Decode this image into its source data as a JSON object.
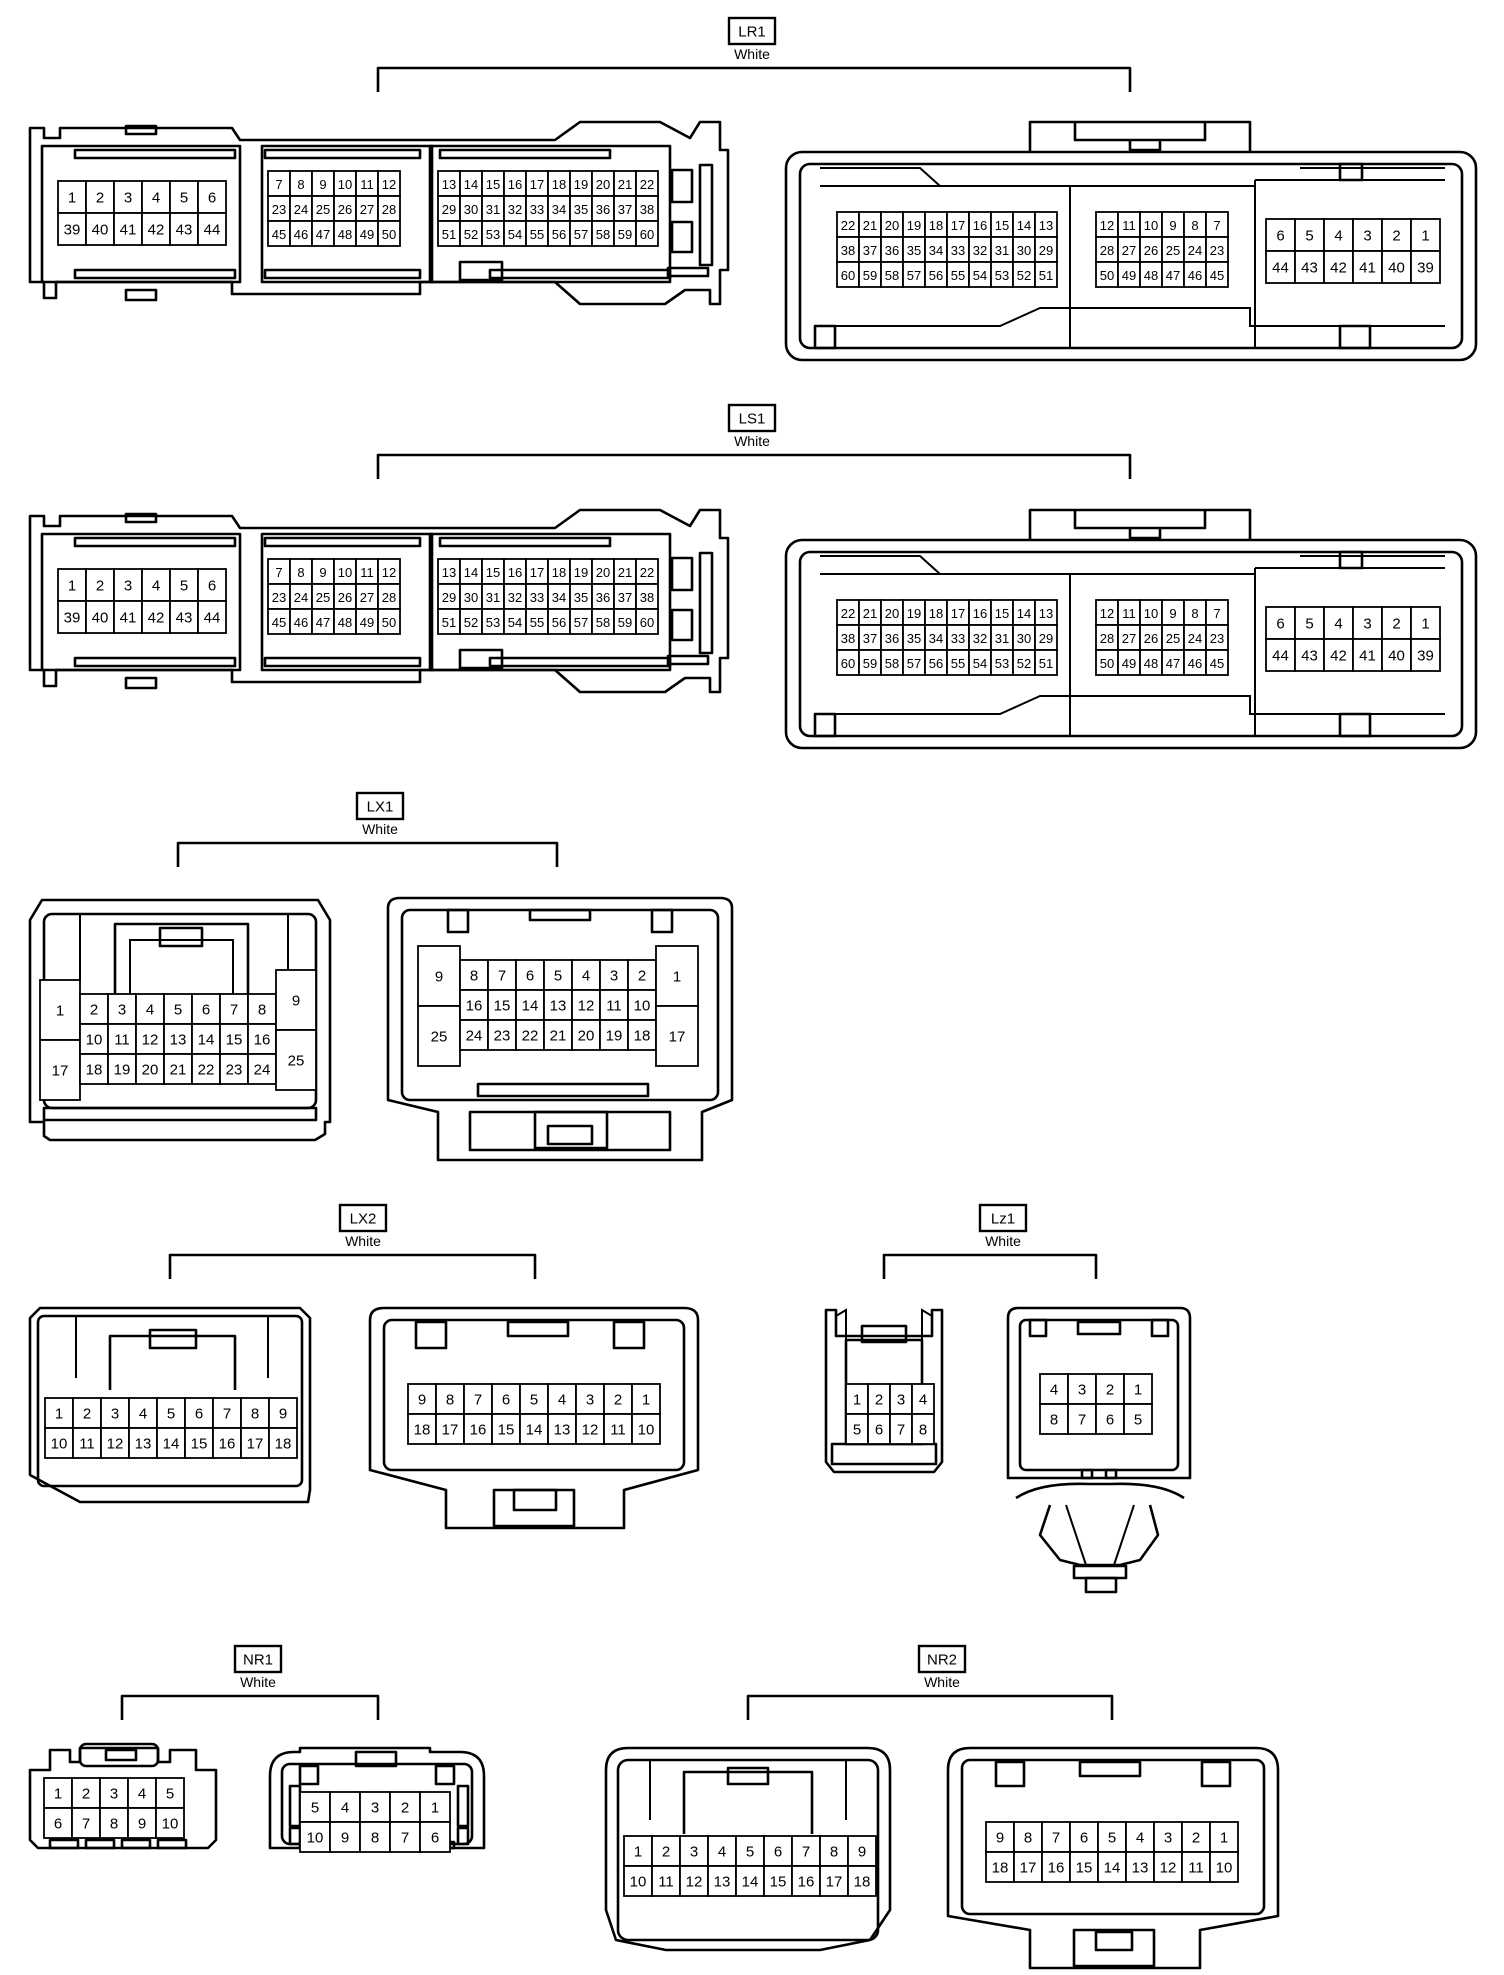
{
  "connectors": [
    {
      "id": "LR1",
      "color": "White"
    },
    {
      "id": "LS1",
      "color": "White"
    },
    {
      "id": "LX1",
      "color": "White"
    },
    {
      "id": "LX2",
      "color": "White"
    },
    {
      "id": "Lz1",
      "color": "White"
    },
    {
      "id": "NR1",
      "color": "White"
    },
    {
      "id": "NR2",
      "color": "White"
    }
  ],
  "pins": {
    "large_male": {
      "g1": [
        [
          "1",
          "2",
          "3",
          "4",
          "5",
          "6"
        ],
        [
          "39",
          "40",
          "41",
          "42",
          "43",
          "44"
        ]
      ],
      "g2": [
        [
          "7",
          "8",
          "9",
          "10",
          "11",
          "12"
        ],
        [
          "23",
          "24",
          "25",
          "26",
          "27",
          "28"
        ],
        [
          "45",
          "46",
          "47",
          "48",
          "49",
          "50"
        ]
      ],
      "g3": [
        [
          "13",
          "14",
          "15",
          "16",
          "17",
          "18",
          "19",
          "20",
          "21",
          "22"
        ],
        [
          "29",
          "30",
          "31",
          "32",
          "33",
          "34",
          "35",
          "36",
          "37",
          "38"
        ],
        [
          "51",
          "52",
          "53",
          "54",
          "55",
          "56",
          "57",
          "58",
          "59",
          "60"
        ]
      ]
    },
    "large_female": {
      "g1": [
        [
          "22",
          "21",
          "20",
          "19",
          "18",
          "17",
          "16",
          "15",
          "14",
          "13"
        ],
        [
          "38",
          "37",
          "36",
          "35",
          "34",
          "33",
          "32",
          "31",
          "30",
          "29"
        ],
        [
          "60",
          "59",
          "58",
          "57",
          "56",
          "55",
          "54",
          "53",
          "52",
          "51"
        ]
      ],
      "g2": [
        [
          "12",
          "11",
          "10",
          "9",
          "8",
          "7"
        ],
        [
          "28",
          "27",
          "26",
          "25",
          "24",
          "23"
        ],
        [
          "50",
          "49",
          "48",
          "47",
          "46",
          "45"
        ]
      ],
      "g3": [
        [
          "6",
          "5",
          "4",
          "3",
          "2",
          "1"
        ],
        [
          "44",
          "43",
          "42",
          "41",
          "40",
          "39"
        ]
      ]
    },
    "lx1_male": {
      "left": [
        "1",
        "17"
      ],
      "grid": [
        [
          "2",
          "3",
          "4",
          "5",
          "6",
          "7",
          "8"
        ],
        [
          "10",
          "11",
          "12",
          "13",
          "14",
          "15",
          "16"
        ],
        [
          "18",
          "19",
          "20",
          "21",
          "22",
          "23",
          "24"
        ]
      ],
      "right": [
        "9",
        "25"
      ]
    },
    "lx1_female": {
      "left": [
        "9",
        "25"
      ],
      "grid": [
        [
          "8",
          "7",
          "6",
          "5",
          "4",
          "3",
          "2"
        ],
        [
          "16",
          "15",
          "14",
          "13",
          "12",
          "11",
          "10"
        ],
        [
          "24",
          "23",
          "22",
          "21",
          "20",
          "19",
          "18"
        ]
      ],
      "right": [
        "1",
        "17"
      ]
    },
    "lx2_male": [
      [
        "1",
        "2",
        "3",
        "4",
        "5",
        "6",
        "7",
        "8",
        "9"
      ],
      [
        "10",
        "11",
        "12",
        "13",
        "14",
        "15",
        "16",
        "17",
        "18"
      ]
    ],
    "lx2_female": [
      [
        "9",
        "8",
        "7",
        "6",
        "5",
        "4",
        "3",
        "2",
        "1"
      ],
      [
        "18",
        "17",
        "16",
        "15",
        "14",
        "13",
        "12",
        "11",
        "10"
      ]
    ],
    "lz1_male": [
      [
        "1",
        "2",
        "3",
        "4"
      ],
      [
        "5",
        "6",
        "7",
        "8"
      ]
    ],
    "lz1_female": [
      [
        "4",
        "3",
        "2",
        "1"
      ],
      [
        "8",
        "7",
        "6",
        "5"
      ]
    ],
    "nr1_male": [
      [
        "1",
        "2",
        "3",
        "4",
        "5"
      ],
      [
        "6",
        "7",
        "8",
        "9",
        "10"
      ]
    ],
    "nr1_female": [
      [
        "5",
        "4",
        "3",
        "2",
        "1"
      ],
      [
        "10",
        "9",
        "8",
        "7",
        "6"
      ]
    ],
    "nr2_male": [
      [
        "1",
        "2",
        "3",
        "4",
        "5",
        "6",
        "7",
        "8",
        "9"
      ],
      [
        "10",
        "11",
        "12",
        "13",
        "14",
        "15",
        "16",
        "17",
        "18"
      ]
    ],
    "nr2_female": [
      [
        "9",
        "8",
        "7",
        "6",
        "5",
        "4",
        "3",
        "2",
        "1"
      ],
      [
        "18",
        "17",
        "16",
        "15",
        "14",
        "13",
        "12",
        "11",
        "10"
      ]
    ]
  }
}
